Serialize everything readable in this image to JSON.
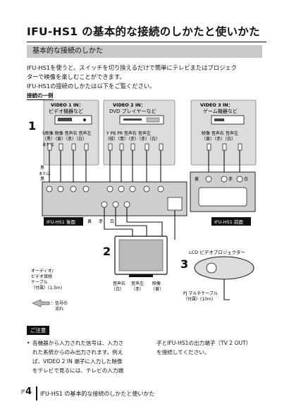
{
  "page": {
    "title": "IFU-HS1 の基本的な接続のしかたと使いかた",
    "section": "基本的な接続のしかた",
    "intro_lines": [
      "IFU-HS1を使うと、スイッチを切り換えるだけで簡単にテレビまたはプロジェク",
      "ターで映像を楽しむことができます。",
      "IFU-HS1の接続のしかたは以下をご覧ください。"
    ],
    "example_label": "接続の一例"
  },
  "diagram": {
    "video1_title": "VIDEO 1 IN：",
    "video1_sub": "ビデオ機器など",
    "video2_title": "VIDEO 2 IN：",
    "video2_sub": "DVD プレイヤーなど",
    "video3_title": "VIDEO 3 IN：",
    "video3_sub": "ゲーム機器など",
    "step1": "1",
    "step2": "2",
    "step3": "3",
    "v1_terms": "S映像 映像 音声右 音声左",
    "v1_colors": "（黒）（黄）（赤）（白）",
    "v1_or": "または",
    "v2_terms": "Y  PB  PR 音声右 音声左",
    "v2_colors": "（緑）（青）（赤）（赤）（白）",
    "v3_terms": "映像 音声右 音声左",
    "v3_colors": "（黄）（赤）（白）",
    "black": "黒",
    "or_label": "または",
    "yellow": "黄",
    "red": "赤",
    "white": "白",
    "rear_label": "IFU-HS1 後面",
    "front_label": "IFU-HS1 前面",
    "projector_label": "LCD ビデオプロジェクター",
    "av_cable_line1": "オーディオ/",
    "av_cable_line2": "ビデオ接続",
    "av_cable_line3": "ケーブル",
    "av_cable_line4": "（付属）(1.5m)",
    "tv_audio_r": "音声右",
    "tv_audio_l": "音声左",
    "tv_video": "映像",
    "tv_r_color": "（赤）",
    "tv_l_color": "（白）",
    "tv_v_color": "（黄）",
    "pj_cable_line1": "PJ マルチケーブル",
    "pj_cable_line2": "（付属）(10m)",
    "signal_line1": "：信号の",
    "signal_line2": "流れ"
  },
  "note": {
    "label": "ご注意",
    "col1": [
      "各機器から入力された信号は、入力さ",
      "れた系統からのみ出力されます。例え",
      "ば、VIDEO 2 IN 端子に入力した映像",
      "をテレビで見るには、テレビの入力端"
    ],
    "col2": [
      "子とIFU-HS1の出力端子（TV 2 OUT）",
      "を接続してください。"
    ]
  },
  "footer": {
    "prefix": "JP",
    "page_number": "4",
    "running_title": "IFU-HS1 の基本的な接続のしかたと使いかた"
  }
}
